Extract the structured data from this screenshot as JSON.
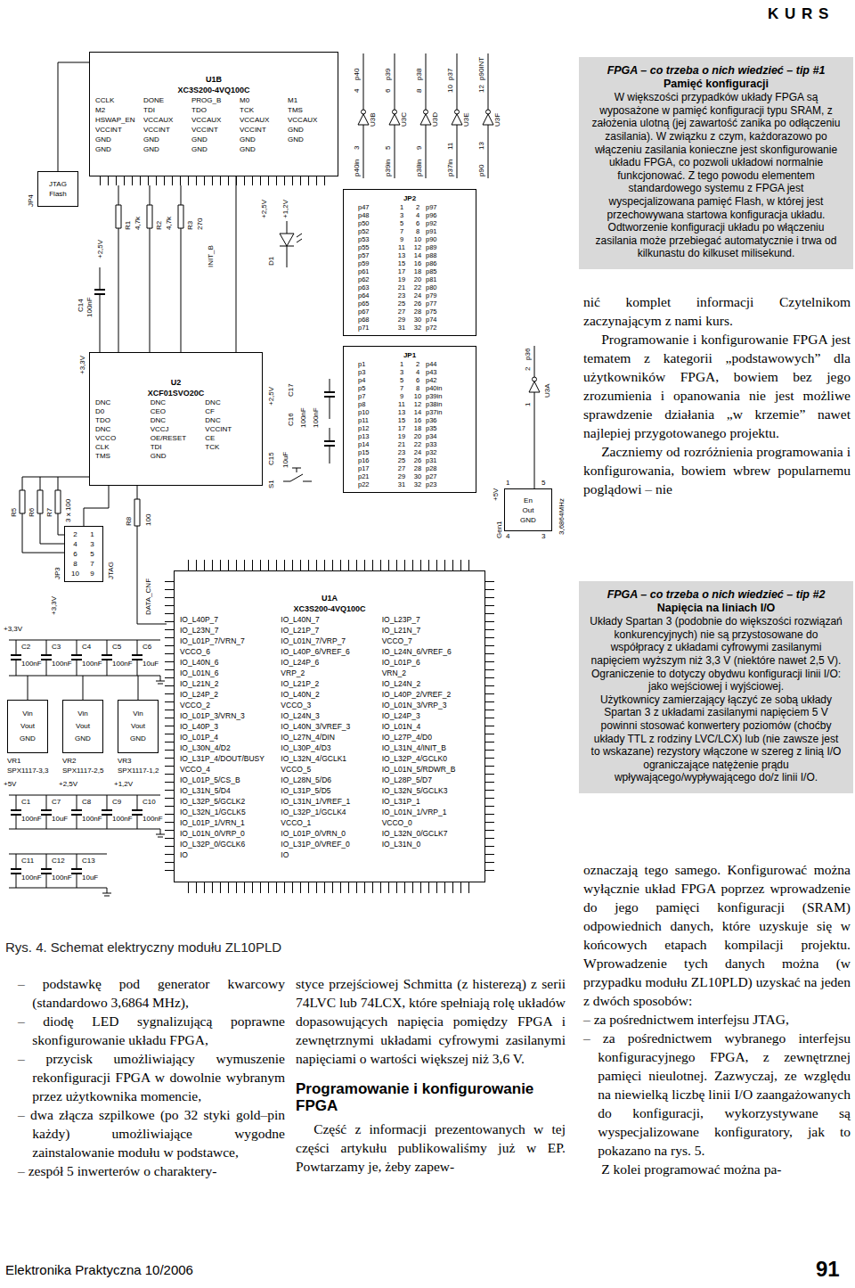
{
  "diagram": {
    "caption": "Rys. 4. Schemat elektryczny modułu ZL10PLD",
    "nodes": [
      {
        "text": [
          "FPGA – co trzeba o nich wiedzieć – tip #1",
          "Pamięć konfiguracji",
          "W większości przypadków układy FPGA są wyposażone w pamięć konfiguracji typu SRAM, z założenia ulotną (jej zawartość zanika po odłączeniu zasilania). W związku z czym, każdorazowo po włączeniu zasilania konieczne jest skonfigurowanie układu FPGA, co pozwoli układowi normalnie funkcjonować. Z tego powodu elementem standardowego systemu z FPGA jest wyspecjalizowana pamięć Flash, w której jest przechowywana startowa konfiguracja układu. Odtworzenie konfiguracji układu po włączeniu zasilania może przebiegać automatycznie i trwa od kilkunastu do kilkuset milisekund."
        ]
      },
      {
        "text": [
          "FPGA – co trzeba o nich wiedzieć – tip #2",
          "Napięcia na liniach I/O",
          "Układy Spartan 3 (podobnie do większości rozwiązań konkurencyjnych) nie są przystosowane do współpracy z układami cyfrowymi zasilanymi napięciem wyższym niż 3,3 V (niektóre nawet 2,5 V). Ograniczenie to dotyczy obydwu konfiguracji linii I/O: jako wejściowej i wyjściowej.",
          "Użytkownicy zamierzający łączyć ze sobą układy Spartan 3 z układami zasilanymi napięciem 5 V powinni stosować konwertery poziomów (choćby układy TTL z rodziny LVC/LCX) lub (nie zawsze jest to wskazane) rezystory włączone w szereg z linią I/O ograniczające natężenie prądu wpływającego/wypływającego do/z linii I/O."
        ]
      },
      {
        "text": [
          "U1B",
          "XC3S200-4VQ100C",
          "CCLK",
          "DONE",
          "PROG_B",
          "M0",
          "M1",
          "M2",
          "TDI",
          "TDO",
          "TCK",
          "TMS",
          "HSWAP_EN",
          "VCCAUX",
          "VCCAUX",
          "VCCAUX",
          "VCCAUX",
          "VCCINT",
          "VCCINT",
          "VCCINT",
          "VCCINT",
          "GND",
          "GND",
          "GND",
          "GND",
          "GND",
          "GND",
          "GND",
          "GND",
          "GND",
          "GND"
        ]
      },
      {
        "text": [
          "U2",
          "XCF01SVO20C",
          "DNC",
          "DNC",
          "DNC",
          "D0",
          "CEO",
          "CF",
          "TDO",
          "DNC",
          "DNC",
          "DNC",
          "VCCJ",
          "VCCINT",
          "VCCO",
          "OE/RESET",
          "CE",
          "CLK",
          "TDI",
          "TCK",
          "TMS",
          "GND"
        ]
      },
      {
        "text": [
          "JTAG",
          "Flash"
        ]
      },
      {
        "text": [
          "2",
          "1",
          "4",
          "3",
          "6",
          "5",
          "8",
          "7",
          "10",
          "9"
        ]
      },
      {
        "text": [
          "JP2",
          "p47",
          "1",
          "2",
          "p97",
          "p48",
          "3",
          "4",
          "p96",
          "p50",
          "5",
          "6",
          "p92",
          "p52",
          "7",
          "8",
          "p91",
          "p53",
          "9",
          "10",
          "p90",
          "p55",
          "11",
          "12",
          "p89",
          "p57",
          "13",
          "14",
          "p88",
          "p59",
          "15",
          "16",
          "p86",
          "p61",
          "17",
          "18",
          "p85",
          "p62",
          "19",
          "20",
          "p81",
          "p63",
          "21",
          "22",
          "p80",
          "p64",
          "23",
          "24",
          "p79",
          "p65",
          "25",
          "26",
          "p77",
          "p67",
          "27",
          "28",
          "p75",
          "p68",
          "29",
          "30",
          "p74",
          "p71",
          "31",
          "32",
          "p72"
        ]
      },
      {
        "text": [
          "JP1",
          "p1",
          "1",
          "2",
          "p44",
          "p3",
          "3",
          "4",
          "p43",
          "p4",
          "5",
          "6",
          "p42",
          "p5",
          "7",
          "8",
          "p40in",
          "p7",
          "9",
          "10",
          "p39in",
          "p8",
          "11",
          "12",
          "p38in",
          "p10",
          "13",
          "14",
          "p37in",
          "p11",
          "15",
          "16",
          "p36",
          "p12",
          "17",
          "18",
          "p35",
          "p13",
          "19",
          "20",
          "p34",
          "p14",
          "21",
          "22",
          "p33",
          "p15",
          "23",
          "24",
          "p32",
          "p16",
          "25",
          "26",
          "p31",
          "p17",
          "27",
          "28",
          "p28",
          "p21",
          "29",
          "30",
          "p27",
          "p22",
          "31",
          "32",
          "p23"
        ]
      },
      {
        "text": [
          "U1A",
          "XC3S200-4VQ100C",
          "IO_L40P_7",
          "IO_L40N_7",
          "IO_L23P_7",
          "IO_L23N_7",
          "IO_L21P_7",
          "IO_L21N_7",
          "IO_L01P_7/VRN_7",
          "IO_L01N_7/VRP_7",
          "VCCO_7",
          "VCCO_6",
          "IO_L40P_6/VREF_6",
          "IO_L24N_6/VREF_6",
          "IO_L40N_6",
          "IO_L24P_6",
          "IO_L01P_6",
          "IO_L01N_6",
          "VRP_2",
          "VRN_2",
          "IO_L21N_2",
          "IO_L21P_2",
          "IO_L24N_2",
          "IO_L24P_2",
          "IO_L40N_2",
          "IO_L40P_2/VREF_2",
          "VCCO_2",
          "VCCO_3",
          "IO_L01N_3/VRP_3",
          "IO_L01P_3/VRN_3",
          "IO_L24N_3",
          "IO_L24P_3",
          "IO_L40P_3",
          "IO_L40N_3/VREF_3",
          "IO_L01N_4",
          "IO_L01P_4",
          "IO_L27N_4/DIN",
          "IO_L27P_4/D0",
          "IO_L30N_4/D2",
          "IO_L30P_4/D3",
          "IO_L31N_4/INIT_B",
          "IO_L31P_4/DOUT/BUSY",
          "IO_L32N_4/GCLK1",
          "IO_L32P_4/GCLK0",
          "VCCO_4",
          "VCCO_5",
          "IO_L01N_5/RDWR_B",
          "IO_L01P_5/CS_B",
          "IO_L28N_5/D6",
          "IO_L28P_5/D7",
          "IO_L31N_5/D4",
          "IO_L31P_5/D5",
          "IO_L32N_5/GCLK3",
          "IO_L32P_5/GCLK2",
          "IO_L31N_1/VREF_1",
          "IO_L31P_1",
          "IO_L32N_1/GCLK5",
          "IO_L32P_1/GCLK4",
          "IO_L01N_1/VRP_1",
          "IO_L01P_1/VRN_1",
          "VCCO_1",
          "VCCO_0",
          "IO_L01N_0/VRP_0",
          "IO_L01P_0/VRN_0",
          "IO_L32N_0/GCLK7",
          "IO_L32P_0/GCLK6",
          "IO_L31P_0/VREF_0",
          "IO_L31N_0",
          "IO",
          "IO"
        ]
      },
      {
        "text": [
          "Vin",
          "Vout",
          "GND"
        ]
      },
      {
        "text": [
          "Vin",
          "Vout",
          "GND"
        ]
      },
      {
        "text": [
          "Vin",
          "Vout",
          "GND"
        ]
      },
      {
        "text": [
          "En",
          "Out",
          "GND"
        ]
      }
    ],
    "edges": [
      {
        "from": 4,
        "to": 2,
        "arrow": "none"
      },
      {
        "from": 5,
        "to": 3,
        "arrow": "none"
      },
      {
        "from": 3,
        "to": 2,
        "arrow": "none"
      }
    ],
    "labels": [
      "K U R S",
      "Elektronika Praktyczna 10/2006",
      "91",
      "– podstawkę pod generator kwarcowy (standardowo 3,6864 MHz),",
      "– diodę LED sygnalizującą poprawne skonfigurowanie układu FPGA,",
      "– przycisk umożliwiający wymuszenie rekonfiguracji FPGA w dowolnie wybranym przez użytkownika momencie,",
      "– dwa złącza szpilkowe (po 32 styki gold–pin każdy) umożliwiające wygodne zainstalowanie modułu w podstawce,",
      "– zespół 5 inwerterów o charaktery-",
      "styce przejściowej Schmitta (z histerezą) z serii 74LVC lub 74LCX, które spełniają rolę układów dopasowujących napięcia pomiędzy FPGA i zewnętrznymi układami cyfrowymi zasilanymi napięciami o wartości większej niż 3,6 V.",
      "Programowanie i konfigurowanie FPGA",
      "Część z informacji prezentowanych w tej części artykułu publikowaliśmy już w EP. Powtarzamy je, żeby zapew-",
      "nić komplet informacji Czytelnikom zaczynającym z nami kurs.",
      "Programowanie i konfigurowanie FPGA jest tematem z kategorii „podstawowych” dla użytkowników FPGA, bowiem bez jego zrozumienia i opanowania nie jest możliwe sprawdzenie działania „w krzemie” nawet najlepiej przygotowanego projektu.",
      "Zaczniemy od rozróżnienia programowania i konfigurowania, bowiem wbrew popularnemu poglądowi – nie",
      "oznaczają tego samego. Konfigurować można wyłącznie układ FPGA poprzez wprowadzenie do jego pamięci konfiguracji (SRAM) odpowiednich danych, które uzyskuje się w końcowych etapach kompilacji projektu. Wprowadzenie tych danych można (w przypadku modułu ZL10PLD) uzyskać na jeden z dwóch sposobów:",
      "– za pośrednictwem interfejsu JTAG,",
      "– za pośrednictwem wybranego interfejsu konfiguracyjnego FPGA, z zewnętrznej pamięci nieulotnej. Zazwyczaj, ze względu na niewielką liczbę linii I/O zaangażowanych do konfiguracji, wykorzystywane są wyspecjalizowane konfiguratory, jak to pokazano na rys. 5.",
      "Z kolei programować można pa-",
      "+3,3V",
      "C2",
      "100nF",
      "C3",
      "100nF",
      "C4",
      "100nF",
      "C5",
      "100nF",
      "C6",
      "10uF",
      "VR1",
      "SPX1117-3,3",
      "VR2",
      "SPX1117-2,5",
      "VR3",
      "SPX1117-1,2",
      "+5V",
      "+2,5V",
      "+1,2V",
      "C1",
      "100nF",
      "C7",
      "10uF",
      "C8",
      "100nF",
      "C9",
      "100nF",
      "C10",
      "100nF",
      "C11",
      "100nF",
      "C12",
      "100nF",
      "C13",
      "10uF",
      "JP4",
      "R5",
      "R6",
      "R7",
      "3 x 100",
      "JP3",
      "JTAG",
      "+3,3V",
      "R8",
      "100",
      "DATA_CNF",
      "+2,5V",
      "C14",
      "100nF",
      "R1",
      "4,7k",
      "R2",
      "4,7k",
      "R3",
      "270",
      "INIT_B",
      "+3,3V",
      "+2,5V",
      "+1,2V",
      "D1",
      "+2,5V",
      "C17",
      "C16",
      "100nF",
      "100nF",
      "C15",
      "10uF",
      "S1",
      "p40in",
      "3",
      "4",
      "p40",
      "U3B",
      "p39in",
      "5",
      "6",
      "p39",
      "U3C",
      "p38in",
      "9",
      "8",
      "p38",
      "U3D",
      "p37in",
      "11",
      "10",
      "p37",
      "U3E",
      "p90",
      "13",
      "12",
      "p90INT",
      "U3F",
      "p36",
      "2",
      "1",
      "U3A",
      "+5V",
      "Gen1",
      "3,6864MHz",
      "1",
      "5",
      "4",
      "3"
    ]
  }
}
